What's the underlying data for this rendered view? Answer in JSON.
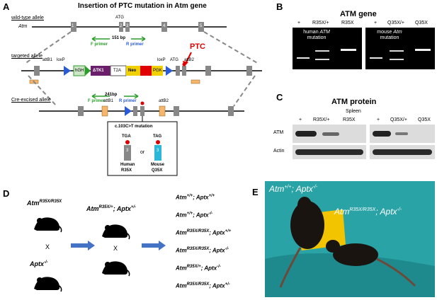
{
  "panelA": {
    "letter": "A",
    "title": "Insertion of PTC mutation in Atm gene",
    "wt_label": "wild-type allele",
    "gene_label": "Atm",
    "atg": "ATG",
    "exon_wt": [
      "1",
      "2",
      "3",
      "4",
      "5"
    ],
    "bp_wt": "151 bp",
    "f_primer": "F primer",
    "r_primer": "R primer",
    "targeted_label": "targeted allele",
    "ptc": "PTC",
    "attb1": "attB1",
    "attb2": "attB2",
    "loxp": "loxP",
    "hgh": "hGH",
    "dtk1": "ΔTK1",
    "t2a": "T2A",
    "neo": "Neo",
    "pgk": "PGK",
    "bp_cre": "241bp",
    "cre_label": "Cre-excised allele",
    "mutation_box": "c.103C>T mutation",
    "tga": "TGA",
    "tag": "TAG",
    "or": "or",
    "human": "Human",
    "r35x": "R35X",
    "mouse": "Mouse",
    "q35x": "Q35X",
    "exon3": "3"
  },
  "panelB": {
    "letter": "B",
    "title": "ATM gene",
    "lanes_left": [
      "+",
      "R35X/+",
      "R35X"
    ],
    "lanes_right": [
      "+",
      "Q35X/+",
      "Q35X"
    ],
    "label_left_1": "human",
    "label_left_2": "ATM",
    "label_left_3": "mutation",
    "label_right_1": "mouse",
    "label_right_2": "Atm",
    "label_right_3": "mutation"
  },
  "panelC": {
    "letter": "C",
    "title": "ATM protein",
    "tissue": "Spleen",
    "lanes_left": [
      "+",
      "R35X/+",
      "R35X"
    ],
    "lanes_right": [
      "+",
      "Q35X/+",
      "Q35X"
    ],
    "row1": "ATM",
    "row2": "Actin"
  },
  "panelD": {
    "letter": "D",
    "parent1": "AtmR35X/R35X",
    "parent1_base": "Atm",
    "parent1_sup": "R35X/R35X",
    "cross": "X",
    "parent2_base": "Aptx",
    "parent2_sup": "-/-",
    "f1_base": "Atm",
    "f1_sup": "R35X/+",
    "f1_b": "; Aptx",
    "f1_sup2": "+/-",
    "cross2": "X",
    "progeny": [
      {
        "a": "Atm",
        "as": "+/+",
        "b": "; Aptx",
        "bs": "+/+"
      },
      {
        "a": "Atm",
        "as": "+/+",
        "b": "; Aptx",
        "bs": "-/-"
      },
      {
        "a": "Atm",
        "as": "R35X/R35X",
        "b": "; Aptx",
        "bs": "+/+"
      },
      {
        "a": "Atm",
        "as": "R35X/R35X",
        "b": "; Aptx",
        "bs": "-/-"
      },
      {
        "a": "Atm",
        "as": "R35X/+",
        "b": "; Aptx",
        "bs": "-/-"
      },
      {
        "a": "Atm",
        "as": "R35X/R35X",
        "b": "; Aptx",
        "bs": "+/-"
      }
    ]
  },
  "panelE": {
    "letter": "E",
    "label1_a": "Atm",
    "label1_as": "+/+",
    "label1_b": "; Aptx",
    "label1_bs": "-/-",
    "label2_a": "Atm",
    "label2_as": "R35X/R35X",
    "label2_b": "; Aptx",
    "label2_bs": "-/-"
  }
}
